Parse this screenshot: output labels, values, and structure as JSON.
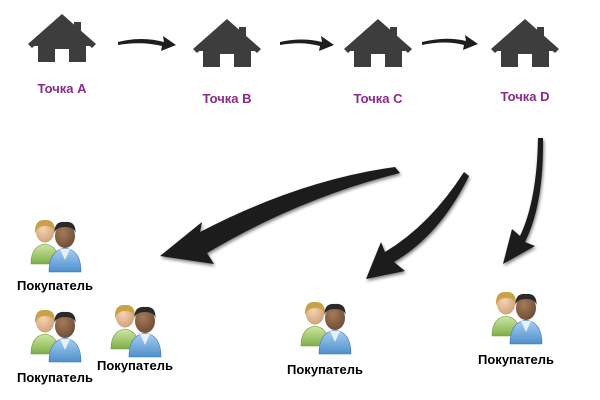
{
  "colors": {
    "point_label": "#8b2a8c",
    "house": "#3d3d3d",
    "arrow": "#1e1e1e",
    "customer_label": "#000000"
  },
  "icons": {
    "point": "house-icon",
    "customer": "customers-pair-icon"
  },
  "points": [
    {
      "label": "Точка A"
    },
    {
      "label": "Точка B"
    },
    {
      "label": "Точка C"
    },
    {
      "label": "Точка D"
    }
  ],
  "customers": [
    {
      "label": "Покупатель"
    },
    {
      "label": "Покупатель"
    },
    {
      "label": "Покупатель"
    },
    {
      "label": "Покупатель"
    },
    {
      "label": "Покупатель"
    }
  ]
}
